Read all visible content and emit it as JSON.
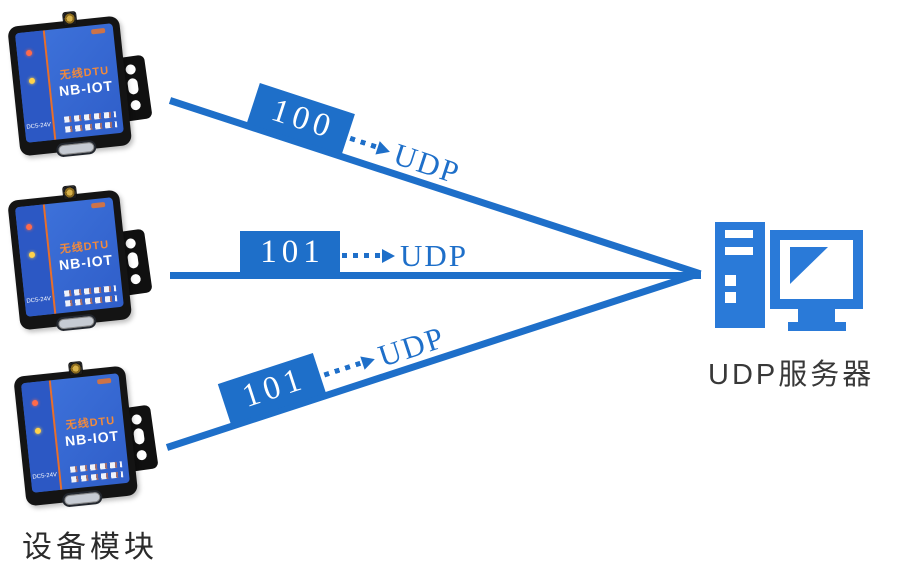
{
  "diagram_title": "NB-IoT DTU devices sending packets to UDP server",
  "colors": {
    "connection_blue": "#1e6fc9",
    "server_icon_blue": "#2a7ad8",
    "device_panel_blue": "#3568d2",
    "device_strip_blue": "#2c58c4",
    "device_accent_orange": "#e86f2b",
    "packet_text_white": "#ffffff",
    "caption_dark": "#383838",
    "background": "#ffffff"
  },
  "devices": {
    "caption": "设备模块",
    "units": [
      {
        "brand": "无线DTU",
        "model": "NB-IOT",
        "power_label": "DC5-24V"
      },
      {
        "brand": "无线DTU",
        "model": "NB-IOT",
        "power_label": "DC5-24V"
      },
      {
        "brand": "无线DTU",
        "model": "NB-IOT",
        "power_label": "DC5-24V"
      }
    ]
  },
  "server": {
    "label": "UDP服务器"
  },
  "connections": [
    {
      "packet": "100",
      "protocol": "UDP"
    },
    {
      "packet": "101",
      "protocol": "UDP"
    },
    {
      "packet": "101",
      "protocol": "UDP"
    }
  ]
}
